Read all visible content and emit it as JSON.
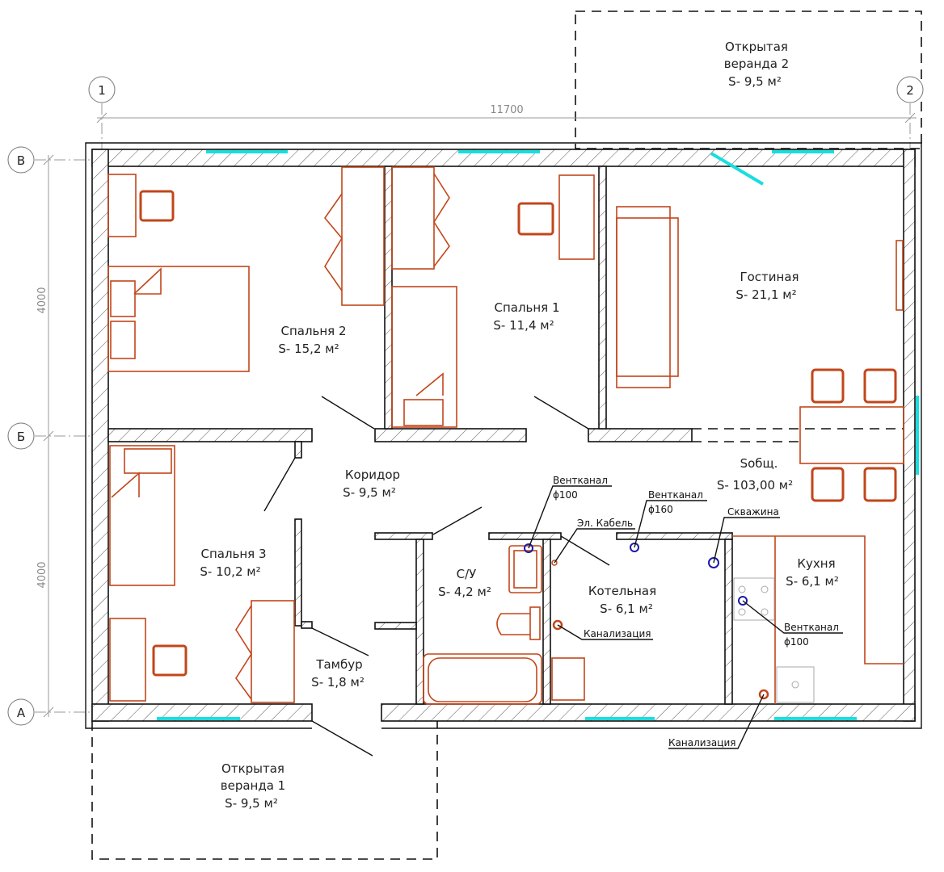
{
  "axes": {
    "cols": [
      "1",
      "2"
    ],
    "rows": [
      "В",
      "Б",
      "А"
    ]
  },
  "dimensions": {
    "width": "11700",
    "height_top": "4000",
    "height_bottom": "4000"
  },
  "rooms": [
    {
      "name": "Спальня 2",
      "area": "S- 15,2 м²"
    },
    {
      "name": "Спальня 1",
      "area": "S- 11,4 м²"
    },
    {
      "name": "Гостиная",
      "area": "S- 21,1 м²"
    },
    {
      "name": "Коридор",
      "area": "S- 9,5 м²"
    },
    {
      "name": "Спальня 3",
      "area": "S- 10,2 м²"
    },
    {
      "name": "С/У",
      "area": "S- 4,2 м²"
    },
    {
      "name": "Котельная",
      "area": "S- 6,1 м²"
    },
    {
      "name": "Кухня",
      "area": "S- 6,1 м²"
    },
    {
      "name": "Тамбур",
      "area": "S- 1,8 м²"
    }
  ],
  "total": {
    "name": "Sобщ.",
    "area": "S- 103,00 м²"
  },
  "verandas": [
    {
      "name": "Открытая",
      "name2": "веранда 2",
      "area": "S- 9,5 м²"
    },
    {
      "name": "Открытая",
      "name2": "веранда 1",
      "area": "S- 9,5 м²"
    }
  ],
  "callouts": [
    {
      "title": "Вентканал",
      "sub": "ϕ100"
    },
    {
      "title": "Эл. Кабель",
      "sub": ""
    },
    {
      "title": "Вентканал",
      "sub": "ϕ160"
    },
    {
      "title": "Скважина",
      "sub": ""
    },
    {
      "title": "Канализация",
      "sub": ""
    },
    {
      "title": "Вентканал",
      "sub": "ϕ100"
    },
    {
      "title": "Канализация",
      "sub": ""
    }
  ],
  "colors": {
    "furniture": "#c2461a",
    "window": "#19dede",
    "utility": "#1a1aa8"
  }
}
